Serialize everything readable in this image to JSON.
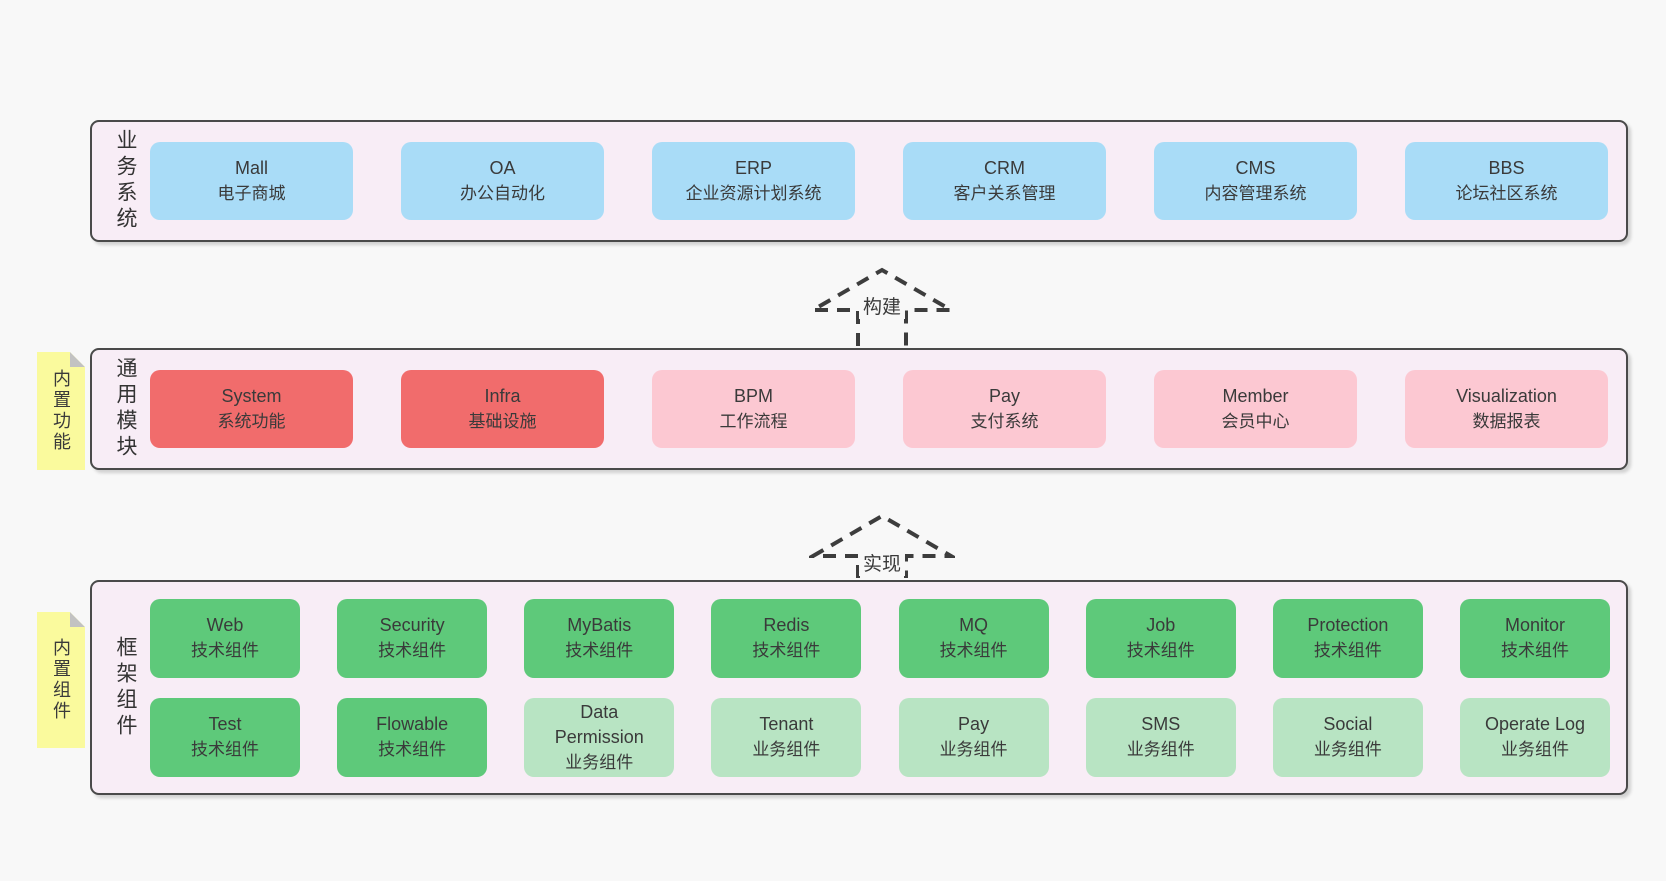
{
  "colors": {
    "page_bg": "#f8f8f8",
    "band_bg": "#f8edf6",
    "band_border": "#4a4a4a",
    "text": "#3a3a3a",
    "arrow": "#3d3d3d",
    "blue": "#a9dcf7",
    "red": "#f16c6c",
    "pink": "#fcc8d2",
    "green": "#5ec97a",
    "green_light": "#b8e4c3",
    "sticky_yellow": "#fafa9d",
    "fold_gray": "#c2c2c2"
  },
  "arrows": [
    {
      "label": "构建"
    },
    {
      "label": "实现"
    }
  ],
  "bands": [
    {
      "label": "业务系统",
      "boxes": [
        {
          "name": "Mall",
          "desc": "电子商城",
          "variant": "blue"
        },
        {
          "name": "OA",
          "desc": "办公自动化",
          "variant": "blue"
        },
        {
          "name": "ERP",
          "desc": "企业资源计划系统",
          "variant": "blue"
        },
        {
          "name": "CRM",
          "desc": "客户关系管理",
          "variant": "blue"
        },
        {
          "name": "CMS",
          "desc": "内容管理系统",
          "variant": "blue"
        },
        {
          "name": "BBS",
          "desc": "论坛社区系统",
          "variant": "blue"
        }
      ]
    },
    {
      "label": "通用模块",
      "note": "内置功能",
      "boxes": [
        {
          "name": "System",
          "desc": "系统功能",
          "variant": "red"
        },
        {
          "name": "Infra",
          "desc": "基础设施",
          "variant": "red"
        },
        {
          "name": "BPM",
          "desc": "工作流程",
          "variant": "pink"
        },
        {
          "name": "Pay",
          "desc": "支付系统",
          "variant": "pink"
        },
        {
          "name": "Member",
          "desc": "会员中心",
          "variant": "pink"
        },
        {
          "name": "Visualization",
          "desc": "数据报表",
          "variant": "pink"
        }
      ]
    },
    {
      "label": "框架组件",
      "note": "内置组件",
      "boxes": [
        {
          "name": "Web",
          "desc": "技术组件",
          "variant": "green"
        },
        {
          "name": "Security",
          "desc": "技术组件",
          "variant": "green"
        },
        {
          "name": "MyBatis",
          "desc": "技术组件",
          "variant": "green"
        },
        {
          "name": "Redis",
          "desc": "技术组件",
          "variant": "green"
        },
        {
          "name": "MQ",
          "desc": "技术组件",
          "variant": "green"
        },
        {
          "name": "Job",
          "desc": "技术组件",
          "variant": "green"
        },
        {
          "name": "Protection",
          "desc": "技术组件",
          "variant": "green"
        },
        {
          "name": "Monitor",
          "desc": "技术组件",
          "variant": "green"
        },
        {
          "name": "Test",
          "desc": "技术组件",
          "variant": "green"
        },
        {
          "name": "Flowable",
          "desc": "技术组件",
          "variant": "green"
        },
        {
          "name": "Data Permission",
          "desc": "业务组件",
          "variant": "green-light"
        },
        {
          "name": "Tenant",
          "desc": "业务组件",
          "variant": "green-light"
        },
        {
          "name": "Pay",
          "desc": "业务组件",
          "variant": "green-light"
        },
        {
          "name": "SMS",
          "desc": "业务组件",
          "variant": "green-light"
        },
        {
          "name": "Social",
          "desc": "业务组件",
          "variant": "green-light"
        },
        {
          "name": "Operate Log",
          "desc": "业务组件",
          "variant": "green-light"
        }
      ]
    }
  ]
}
